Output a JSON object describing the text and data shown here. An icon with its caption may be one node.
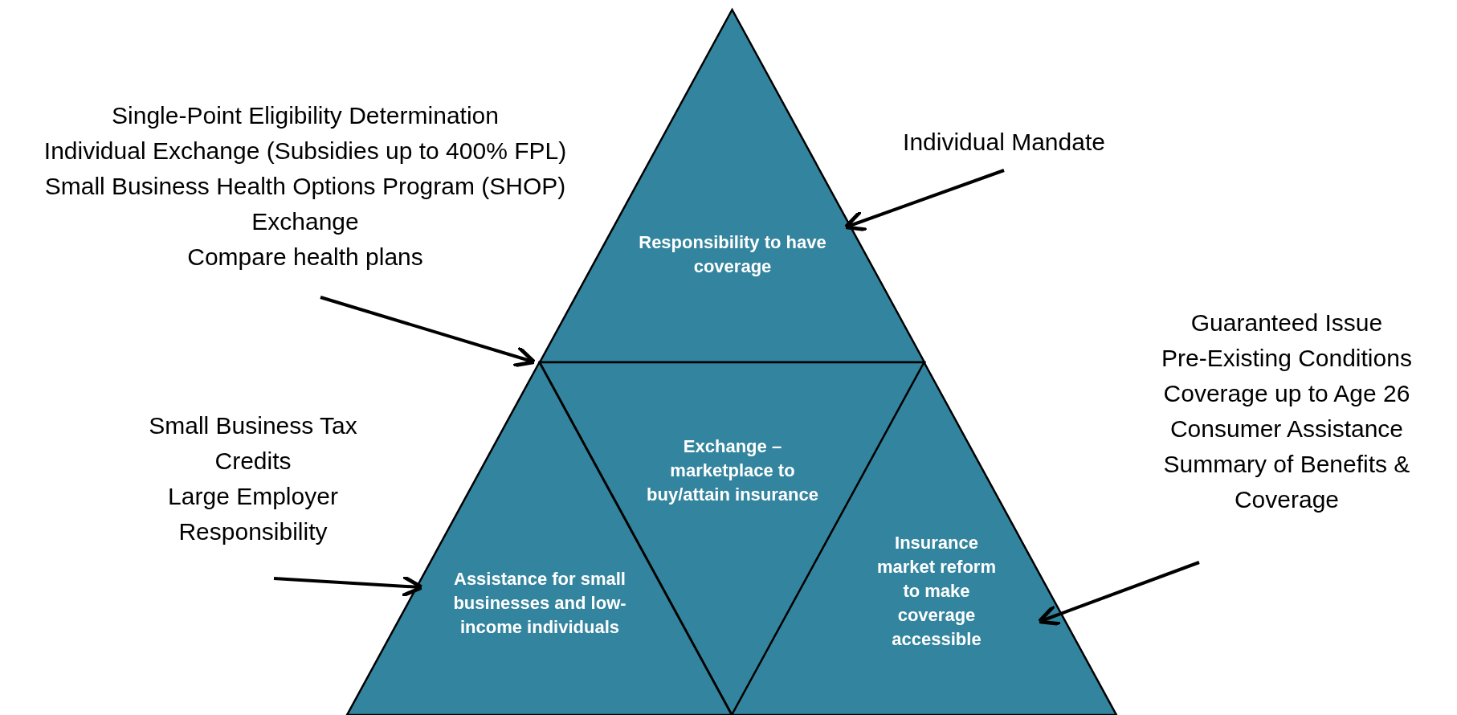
{
  "diagram": {
    "nodes": [
      {
        "text": [
          "Responsibility to have coverage"
        ]
      },
      {
        "text": [
          "Exchange – marketplace to buy/attain insurance"
        ]
      },
      {
        "text": [
          "Assistance for small businesses and low-income individuals"
        ]
      },
      {
        "text": [
          "Insurance market reform to make coverage accessible"
        ]
      },
      {
        "text": [
          "Individual Mandate"
        ]
      },
      {
        "text": [
          "Single-Point Eligibility Determination",
          "Individual Exchange (Subsidies up to 400% FPL)",
          "Small Business Health Options Program (SHOP) Exchange",
          "Compare health plans"
        ]
      },
      {
        "text": [
          "Small Business Tax Credits",
          "Large Employer Responsibility"
        ]
      },
      {
        "text": [
          "Guaranteed Issue",
          "Pre-Existing Conditions",
          "Coverage up to Age 26",
          "Consumer Assistance",
          "Summary of Benefits & Coverage"
        ]
      }
    ],
    "edges": [
      {
        "from": 4,
        "to": 0,
        "arrow": "to"
      },
      {
        "from": 5,
        "to": 1,
        "arrow": "to"
      },
      {
        "from": 6,
        "to": 2,
        "arrow": "to"
      },
      {
        "from": 7,
        "to": 3,
        "arrow": "to"
      }
    ]
  }
}
